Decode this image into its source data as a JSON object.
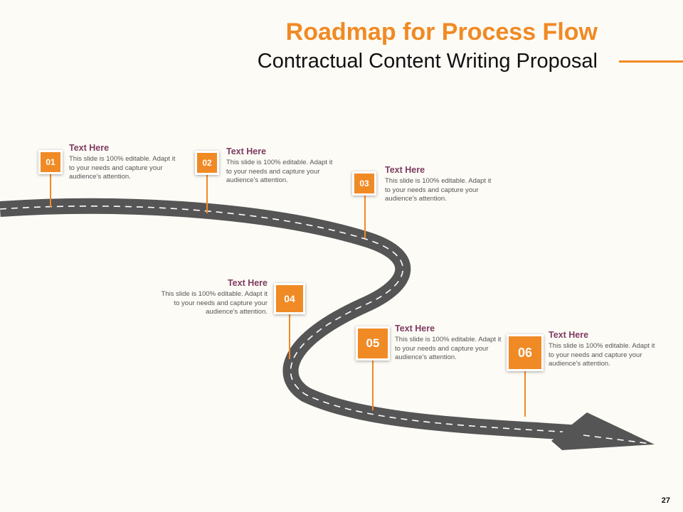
{
  "header": {
    "title": "Roadmap for Process Flow",
    "subtitle": "Contractual Content Writing Proposal"
  },
  "steps": [
    {
      "number": "01",
      "heading": "Text Here",
      "description": "This slide is 100% editable. Adapt it to your needs and capture your audience's attention."
    },
    {
      "number": "02",
      "heading": "Text Here",
      "description": "This slide is 100% editable. Adapt it to your needs and capture your audience's attention."
    },
    {
      "number": "03",
      "heading": "Text Here",
      "description": "This slide is 100% editable. Adapt it to your needs and capture your audience's attention."
    },
    {
      "number": "04",
      "heading": "Text Here",
      "description": "This slide is 100% editable. Adapt it to your needs and capture your audience's attention."
    },
    {
      "number": "05",
      "heading": "Text Here",
      "description": "This slide is 100% editable. Adapt it to your needs and capture your audience's attention."
    },
    {
      "number": "06",
      "heading": "Text Here",
      "description": "This slide is 100% editable. Adapt it to your needs and capture your audience's attention."
    }
  ],
  "page_number": "27",
  "colors": {
    "accent": "#f08a24",
    "heading": "#7d3b5f",
    "road": "#555555"
  }
}
